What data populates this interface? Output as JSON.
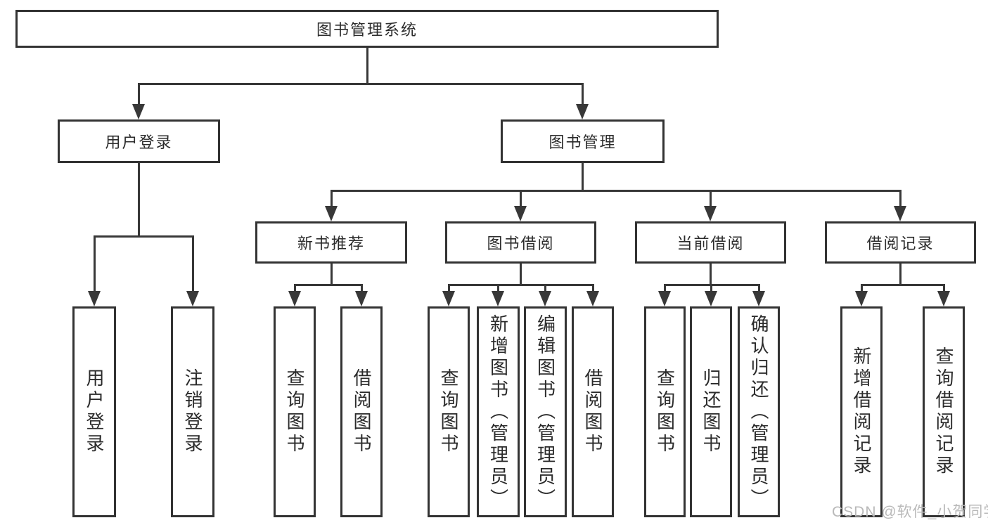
{
  "colors": {
    "line": "#383838",
    "box_border": "#333333",
    "text": "#2b2b2b",
    "watermark": "#b9b9b9",
    "background": "#ffffff"
  },
  "tree": {
    "root": "图书管理系统",
    "branches": [
      {
        "label": "用户登录",
        "leaves": [
          "用户登录",
          "注销登录"
        ]
      },
      {
        "label": "图书管理",
        "groups": [
          {
            "label": "新书推荐",
            "leaves": [
              "查询图书",
              "借阅图书"
            ]
          },
          {
            "label": "图书借阅",
            "leaves": [
              "查询图书",
              "新增图书（管理员）",
              "编辑图书（管理员）",
              "借阅图书"
            ]
          },
          {
            "label": "当前借阅",
            "leaves": [
              "查询图书",
              "归还图书",
              "确认归还（管理员）"
            ]
          },
          {
            "label": "借阅记录",
            "leaves": [
              "新增借阅记录",
              "查询借阅记录"
            ]
          }
        ]
      }
    ]
  },
  "watermark": "CSDN @软件_小贺同学"
}
